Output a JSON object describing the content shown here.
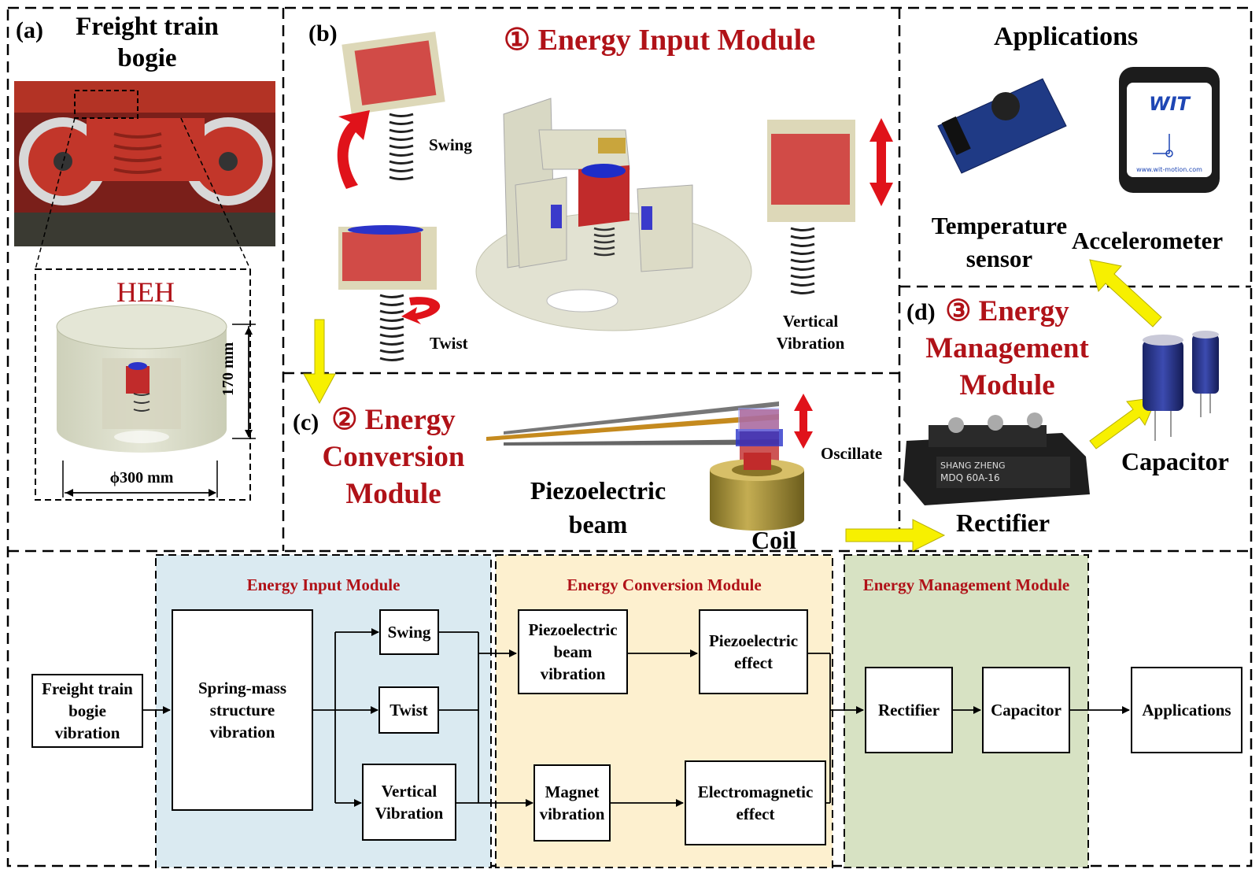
{
  "panel_a": {
    "label": "(a)",
    "title": "Freight train\nbogie",
    "heh_label": "HEH",
    "height_dim": "170 mm",
    "diameter_dim": "ϕ300 mm"
  },
  "panel_b": {
    "label": "(b)",
    "title": "① Energy Input Module",
    "swing": "Swing",
    "twist": "Twist",
    "vertical_vibration": "Vertical\nVibration"
  },
  "panel_c": {
    "label": "(c)",
    "title": "② Energy\nConversion\nModule",
    "piezo_beam": "Piezoelectric\nbeam",
    "oscillate": "Oscillate",
    "coil": "Coil"
  },
  "applications": {
    "title": "Applications",
    "temperature_sensor": "Temperature\nsensor",
    "accelerometer": "Accelerometer",
    "device_brand": "wit motion",
    "device_url": "www.wit-motion.com"
  },
  "panel_d": {
    "label": "(d)",
    "title": "③ Energy\nManagement\nModule",
    "rectifier": "Rectifier",
    "capacitor": "Capacitor",
    "rectifier_part": "MDQ 60A-16",
    "rectifier_brand": "SHANG ZHENG"
  },
  "flow": {
    "input_module": "Energy Input Module",
    "conversion_module": "Energy Conversion Module",
    "management_module": "Energy Management Module",
    "bogie": "Freight train\nbogie\nvibration",
    "spring_mass": "Spring-mass\nstructure\nvibration",
    "swing": "Swing",
    "twist": "Twist",
    "vertical": "Vertical\nVibration",
    "piezo_beam_vib": "Piezoelectric\nbeam\nvibration",
    "piezo_effect": "Piezoelectric\neffect",
    "magnet_vib": "Magnet\nvibration",
    "em_effect": "Electromagnetic\neffect",
    "rectifier": "Rectifier",
    "capacitor": "Capacitor",
    "applications": "Applications"
  },
  "colors": {
    "module_title": "#b01218",
    "input_bg": "#daeaf1",
    "conversion_bg": "#fdf0cf",
    "management_bg": "#d7e2c3",
    "arrow_yellow": "#f7f000",
    "arrow_red": "#e0121a"
  }
}
